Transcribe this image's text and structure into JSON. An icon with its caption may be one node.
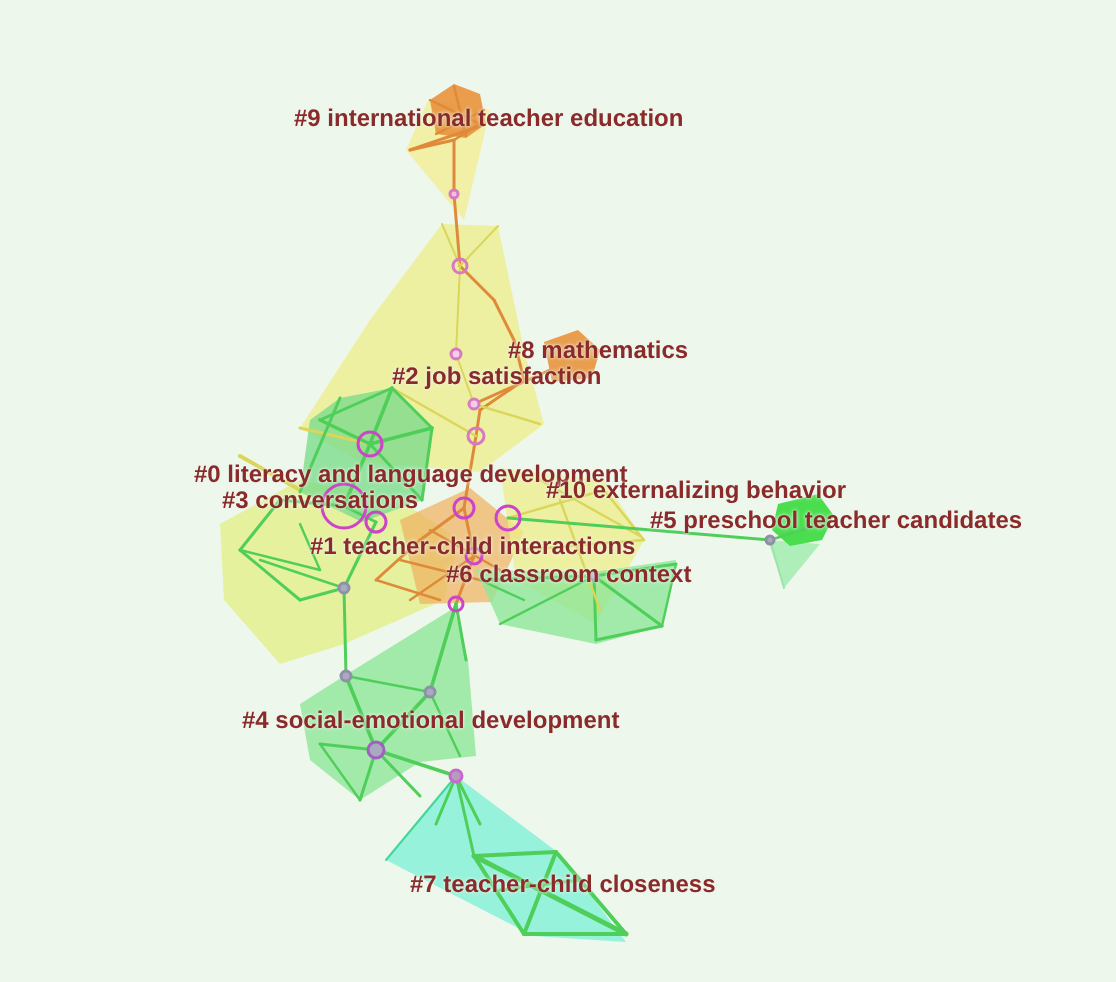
{
  "diagram": {
    "labels": [
      "#9 international teacher education",
      "#8 mathematics",
      "#2 job satisfaction",
      "#0 literacy and language development",
      "#10 externalizing behavior",
      "#3 conversations",
      "#5 preschool teacher candidates",
      "#1 teacher-child interactions",
      "#6 classroom context",
      "#4 social-emotional development",
      "#7 teacher-child closeness"
    ]
  }
}
